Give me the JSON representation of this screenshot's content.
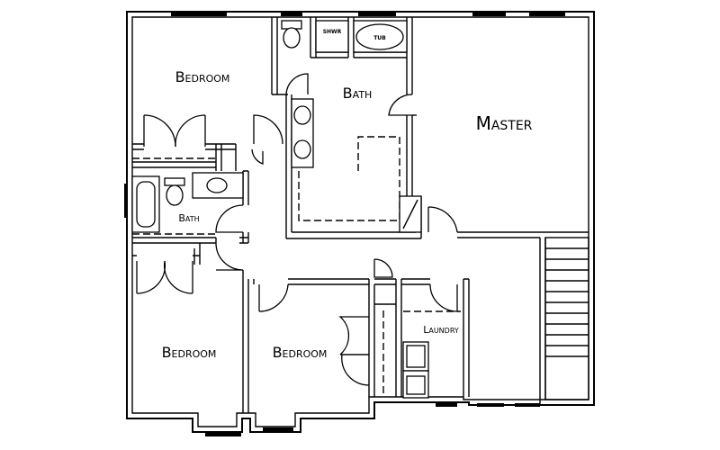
{
  "rooms": {
    "bedroom_top_left": "Bedroom",
    "bath_main": "Bath",
    "master": "Master",
    "bath_small": "Bath",
    "bedroom_bottom_left": "Bedroom",
    "bedroom_bottom_mid": "Bedroom",
    "laundry": "Laundry"
  },
  "fixtures": {
    "shower": "SHWR",
    "tub": "TUB"
  }
}
